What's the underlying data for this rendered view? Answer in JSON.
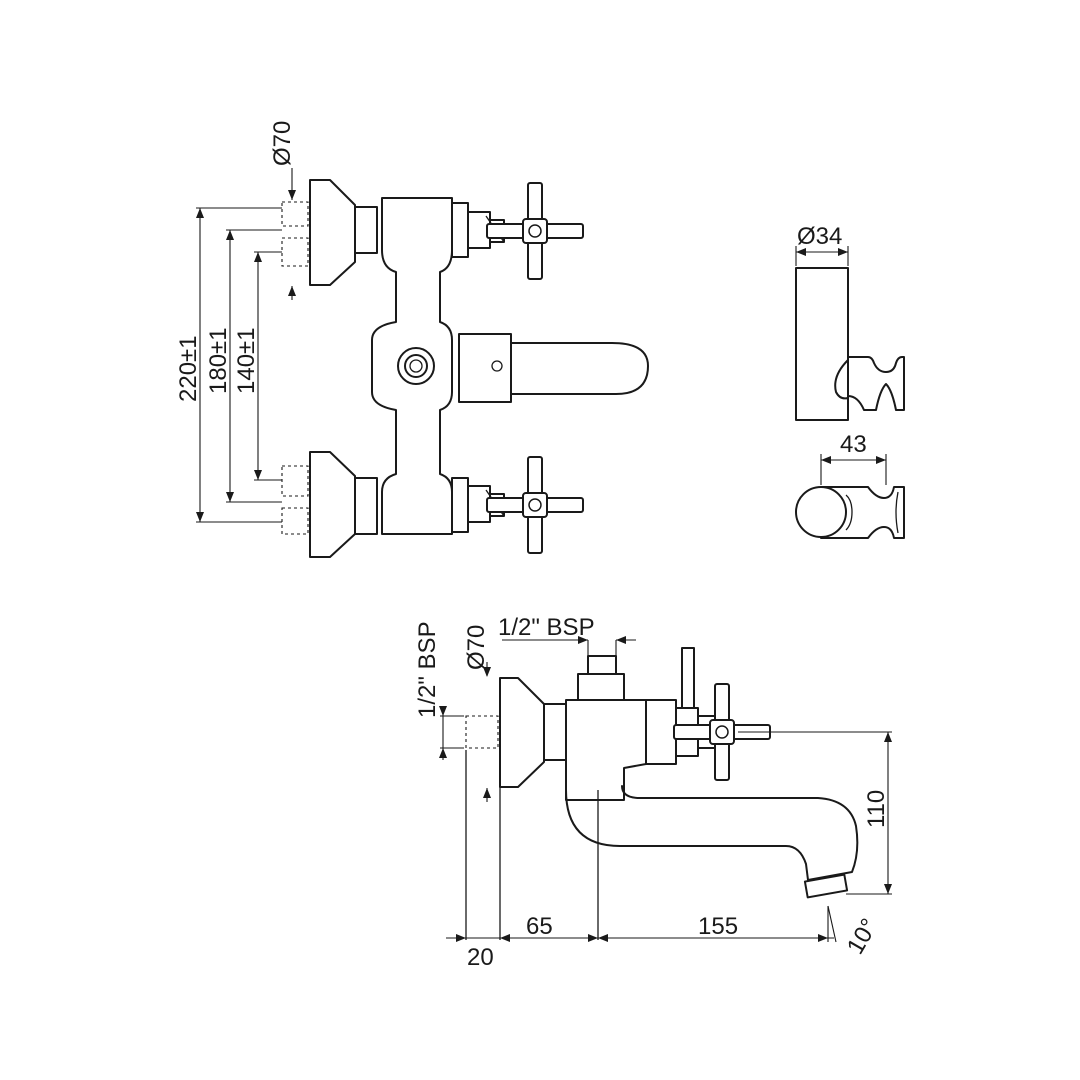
{
  "front_view": {
    "dim_outlet_diameter": "Ø70",
    "dim_centres_outer": "220±1",
    "dim_centres_mid": "180±1",
    "dim_centres_inner": "140±1"
  },
  "handshower_holder": {
    "dim_diameter": "Ø34",
    "dim_width": "43"
  },
  "side_view": {
    "dim_inlet_thread": "1/2\" BSP",
    "dim_flange_diameter": "Ø70",
    "dim_top_thread": "1/2\" BSP",
    "dim_spout_height": "110",
    "dim_offset_a": "20",
    "dim_offset_b": "65",
    "dim_spout_reach": "155",
    "dim_spout_angle": "10°"
  }
}
